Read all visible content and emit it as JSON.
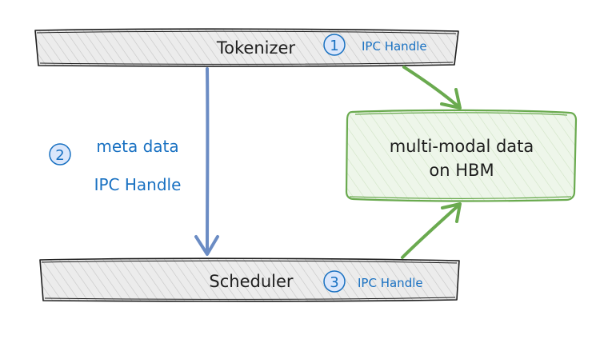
{
  "tokenizer": {
    "label": "Tokenizer",
    "step": "1",
    "handle": "IPC Handle"
  },
  "scheduler": {
    "label": "Scheduler",
    "step": "3",
    "handle": "IPC Handle"
  },
  "hbm": {
    "line1": "multi-modal data",
    "line2": "on HBM"
  },
  "transfer": {
    "step": "2",
    "line1": "meta data",
    "line2": "IPC Handle"
  },
  "colors": {
    "bar_fill": "#ececec",
    "bar_stroke": "#1e1e1e",
    "hbm_fill": "#eef6ea",
    "hbm_stroke": "#6aaa4f",
    "green_arrow": "#6aaa4f",
    "blue_arrow": "#6b8cc4",
    "blue_text": "#1971c2"
  }
}
